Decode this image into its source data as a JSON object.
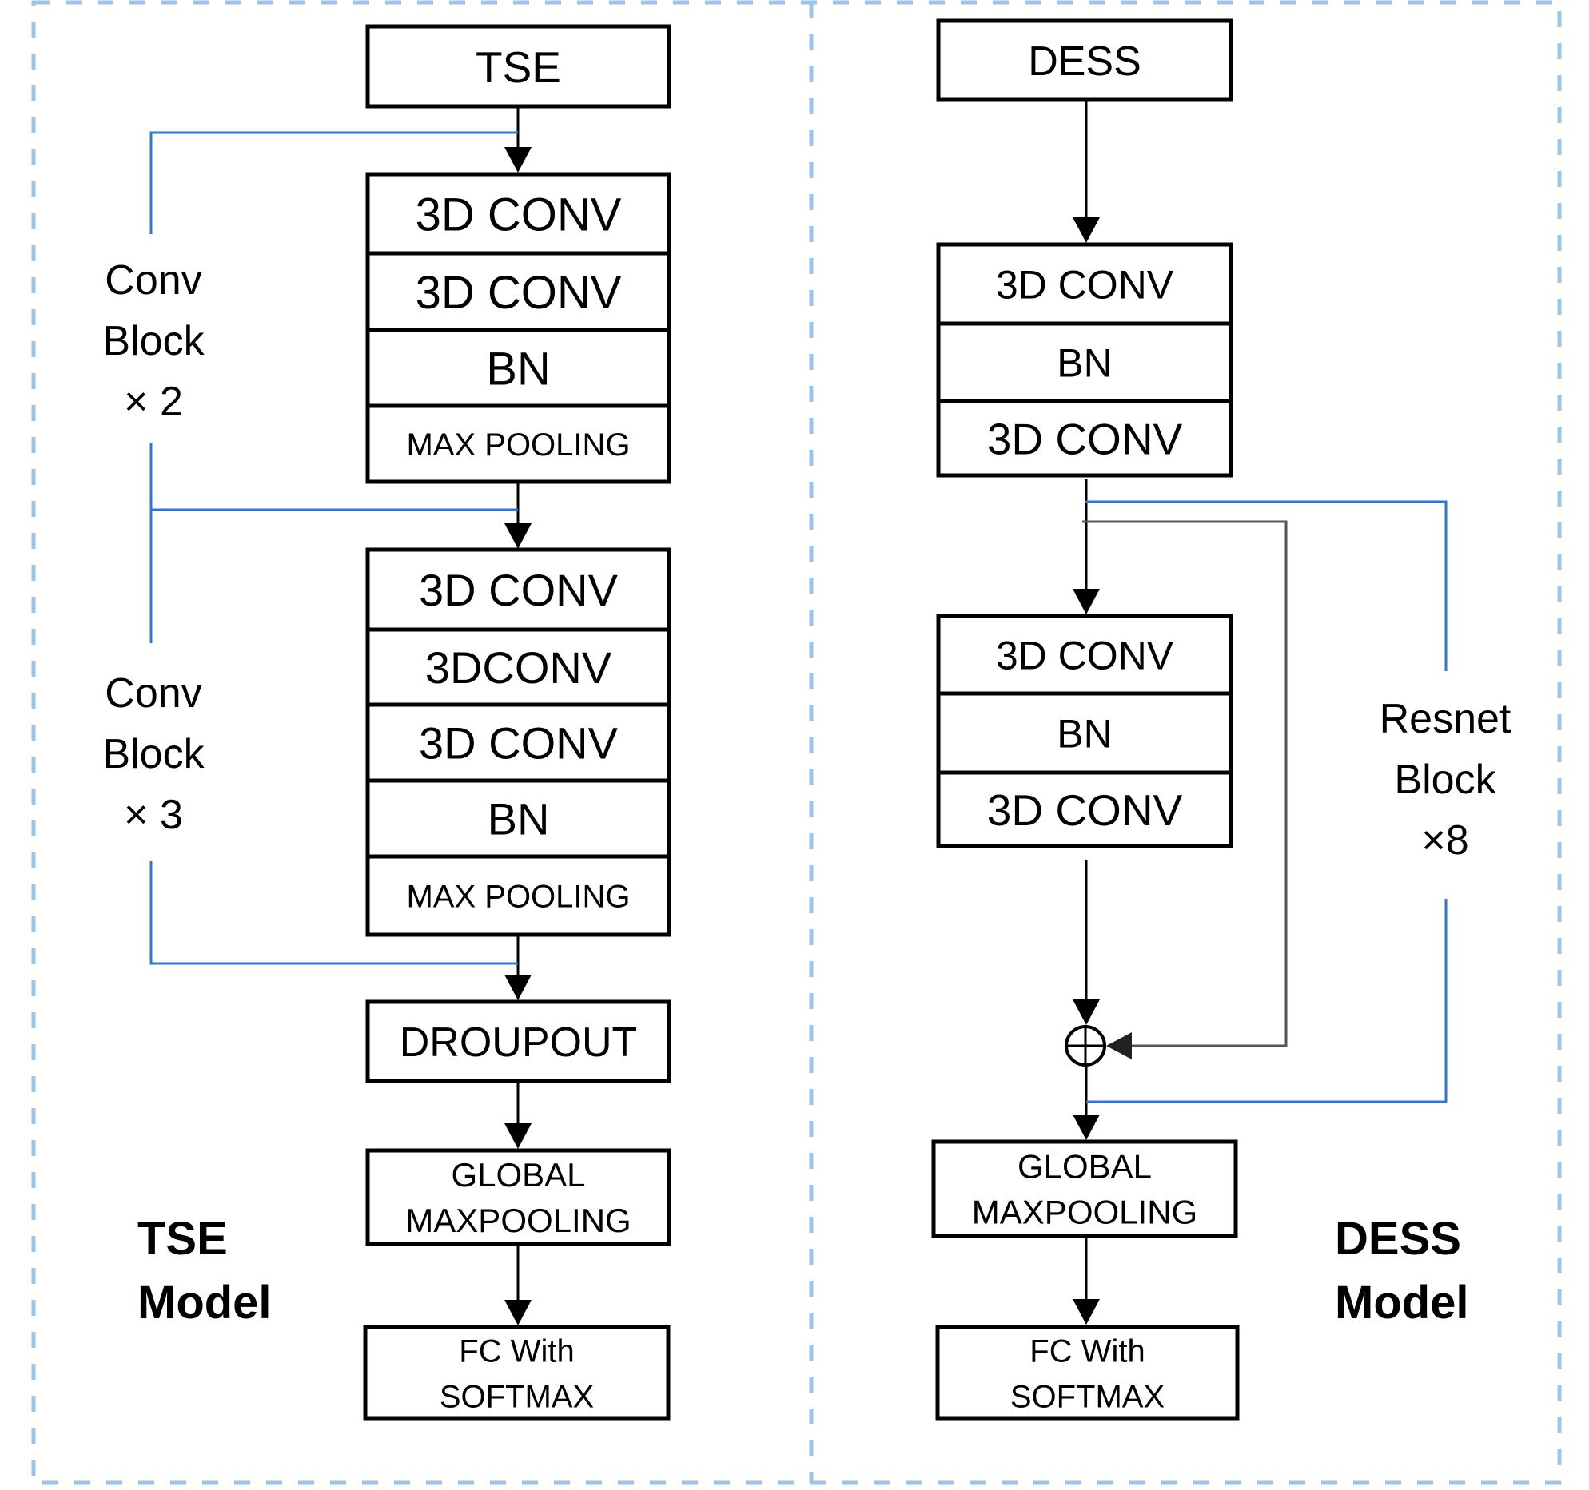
{
  "colors": {
    "frame": "#9dc3e6",
    "bracket": "#2e75d6",
    "model_label": "#0b2160",
    "line": "#000000",
    "skip": "#555555"
  },
  "tse": {
    "input_label": "TSE",
    "block1": [
      "3D CONV",
      "3D CONV",
      "BN",
      "MAX POOLING"
    ],
    "block2": [
      "3D CONV",
      "3DCONV",
      "3D CONV",
      "BN",
      "MAX POOLING"
    ],
    "dropout_label": "DROUPOUT",
    "global_pool": [
      "GLOBAL",
      "MAXPOOLING"
    ],
    "fc": [
      "FC With",
      "SOFTMAX"
    ],
    "bracket1_label": [
      "Conv",
      "Block",
      "× 2"
    ],
    "bracket2_label": [
      "Conv",
      "Block",
      "× 3"
    ],
    "model_label": [
      "TSE",
      "Model"
    ]
  },
  "dess": {
    "input_label": "DESS",
    "block1": [
      "3D CONV",
      "BN",
      "3D CONV"
    ],
    "block2": [
      "3D CONV",
      "BN",
      "3D CONV"
    ],
    "add_symbol": "⊕",
    "global_pool": [
      "GLOBAL",
      "MAXPOOLING"
    ],
    "fc": [
      "FC With",
      "SOFTMAX"
    ],
    "bracket_label": [
      "Resnet",
      "Block",
      "×8"
    ],
    "model_label": [
      "DESS",
      "Model"
    ]
  }
}
